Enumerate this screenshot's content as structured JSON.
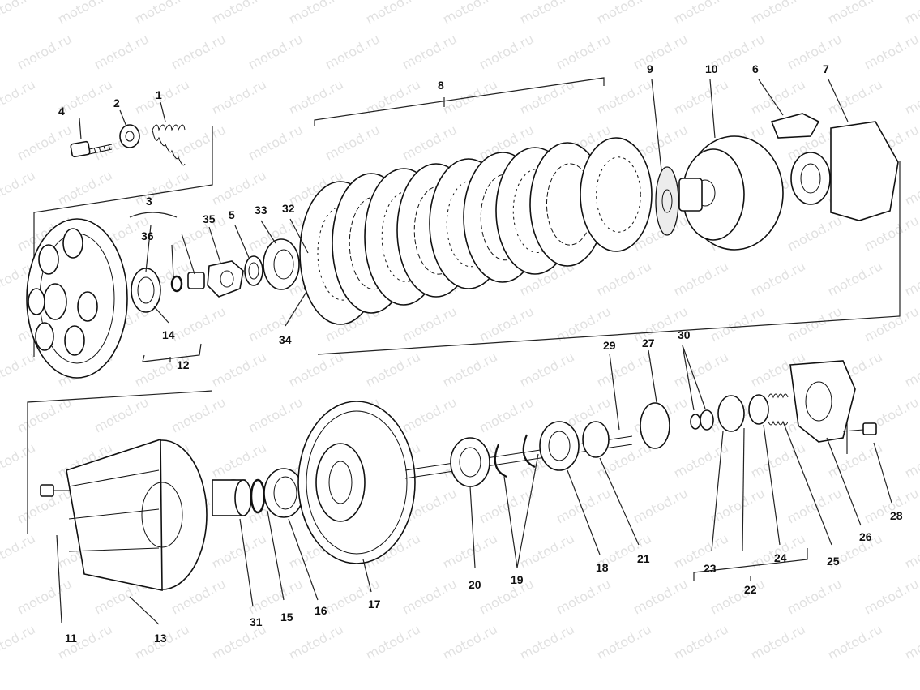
{
  "diagram": {
    "watermark": "motod.ru",
    "part_labels": [
      "1",
      "2",
      "3",
      "4",
      "5",
      "6",
      "7",
      "8",
      "9",
      "10",
      "11",
      "12",
      "13",
      "14",
      "15",
      "16",
      "17",
      "18",
      "19",
      "20",
      "21",
      "22",
      "23",
      "24",
      "25",
      "26",
      "27",
      "28",
      "29",
      "30",
      "31",
      "32",
      "33",
      "34",
      "35",
      "36"
    ]
  }
}
